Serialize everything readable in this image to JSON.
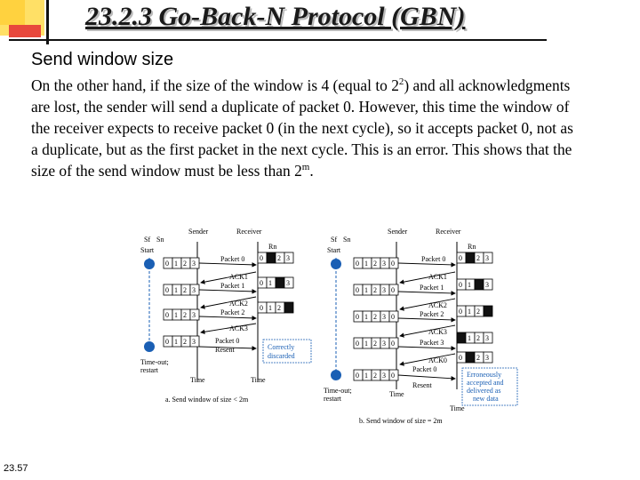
{
  "slide": {
    "title": "23.2.3  Go-Back-N Protocol (GBN)",
    "subtitle": "Send window size",
    "paragraph": {
      "p1": "On the other hand, if the size of the window is 4 (equal to 2",
      "sup1": "2",
      "p2": ") and all acknowledgments are lost, the sender will send a duplicate of packet 0. However, this time the window of the receiver expects to receive packet 0 (in the next cycle), so it accepts packet 0, not as a duplicate, but as the first packet in the next cycle. This is an error. This shows that the size of the send window must be less than 2",
      "sup2": "m",
      "p3": "."
    },
    "slide_number": "23.57"
  },
  "figure_a": {
    "sf": "Sf",
    "sn": "Sn",
    "rn": "Rn",
    "sender": "Sender",
    "receiver": "Receiver",
    "start": "Start",
    "timeout": "Time-out;",
    "restart": "restart",
    "packet0": "Packet 0",
    "packet1": "Packet 1",
    "packet2": "Packet 2",
    "ack1": "ACK1",
    "ack2": "ACK2",
    "ack3": "ACK3",
    "resent": "Resent",
    "discard1": "Correctly",
    "discard2": "discarded",
    "time": "Time",
    "caption": "a. Send window of size < 2m"
  },
  "figure_b": {
    "sf": "Sf",
    "sn": "Sn",
    "rn": "Rn",
    "sender": "Sender",
    "receiver": "Receiver",
    "start": "Start",
    "timeout": "Time-out;",
    "restart": "restart",
    "packet0": "Packet 0",
    "packet1": "Packet 1",
    "packet2": "Packet 2",
    "packet3": "Packet 3",
    "ack1": "ACK1",
    "ack2": "ACK2",
    "ack3": "ACK3",
    "ack0": "ACK0",
    "resent": "Resent",
    "err1": "Erroneously",
    "err2": "accepted and",
    "err3": "delivered as",
    "err4": "new data",
    "time": "Time",
    "caption": "b. Send window of size = 2m"
  },
  "digits": [
    "0",
    "1",
    "2",
    "3"
  ],
  "colors": {
    "accent_blue": "#1a5fb4",
    "title_shadow": "#bbbbbb"
  }
}
